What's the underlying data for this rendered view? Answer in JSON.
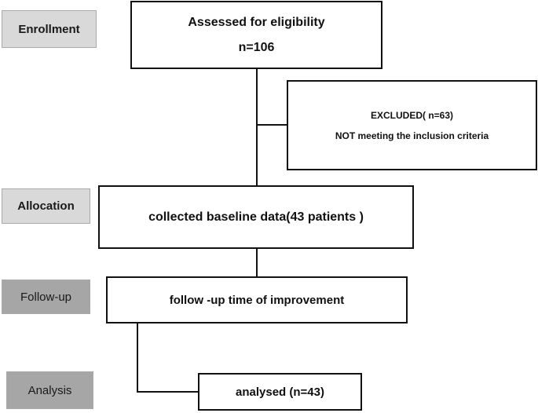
{
  "phases": {
    "enrollment": "Enrollment",
    "allocation": "Allocation",
    "follow_up": "Follow-up",
    "analysis": "Analysis"
  },
  "boxes": {
    "assessed": {
      "line1": "Assessed for eligibility",
      "line2": "n=106"
    },
    "excluded": {
      "line1": "EXCLUDED( n=63)",
      "line2": "NOT meeting the inclusion criteria"
    },
    "baseline": {
      "text": "collected baseline data(43 patients )"
    },
    "followup": {
      "text": "follow -up time of improvement"
    },
    "analysed": {
      "text": "analysed (n=43)"
    }
  },
  "colors": {
    "phase_light": "#d9d9d9",
    "phase_dark": "#a6a6a6",
    "box_border": "#111111"
  }
}
